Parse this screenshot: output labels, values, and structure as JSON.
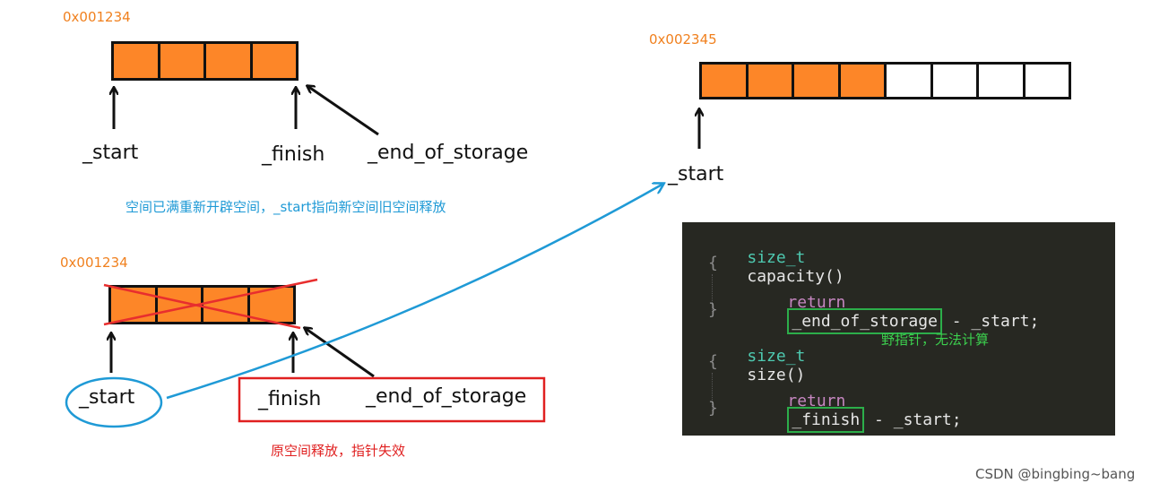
{
  "top_left": {
    "address": "0x001234",
    "cells": [
      "filled",
      "filled",
      "filled",
      "filled"
    ],
    "start_label": "_start",
    "finish_label": "_finish",
    "end_label": "_end_of_storage"
  },
  "top_right": {
    "address": "0x002345",
    "cells": [
      "filled",
      "filled",
      "filled",
      "filled",
      "empty",
      "empty",
      "empty",
      "empty"
    ],
    "start_label": "_start"
  },
  "notes": {
    "realloc": "空间已满重新开辟空间，_start指向新空间旧空间释放",
    "released": "原空间释放，指针失效"
  },
  "bottom_left": {
    "address": "0x001234",
    "cells": [
      "filled",
      "filled",
      "filled",
      "filled"
    ],
    "start_label": "_start",
    "finish_label": "_finish",
    "end_label": "_end_of_storage"
  },
  "code": {
    "capacity_type": "size_t",
    "capacity_name": "capacity()",
    "open_brace": "{",
    "close_brace": "}",
    "return_kw": "return",
    "capacity_member": "_end_of_storage",
    "capacity_rest": " - _start;",
    "size_type": "size_t",
    "size_name": "size()",
    "size_note": "野指针，无法计算",
    "size_member": "_finish",
    "size_rest": " - _start;"
  },
  "watermark": "CSDN @bingbing~bang",
  "colors": {
    "cell_fill": "#fd8628",
    "address": "#f0801e",
    "blue_annotation": "#1f9ad6",
    "red_annotation": "#e02020",
    "green_highlight": "#2cae4a",
    "code_background": "#272822"
  }
}
